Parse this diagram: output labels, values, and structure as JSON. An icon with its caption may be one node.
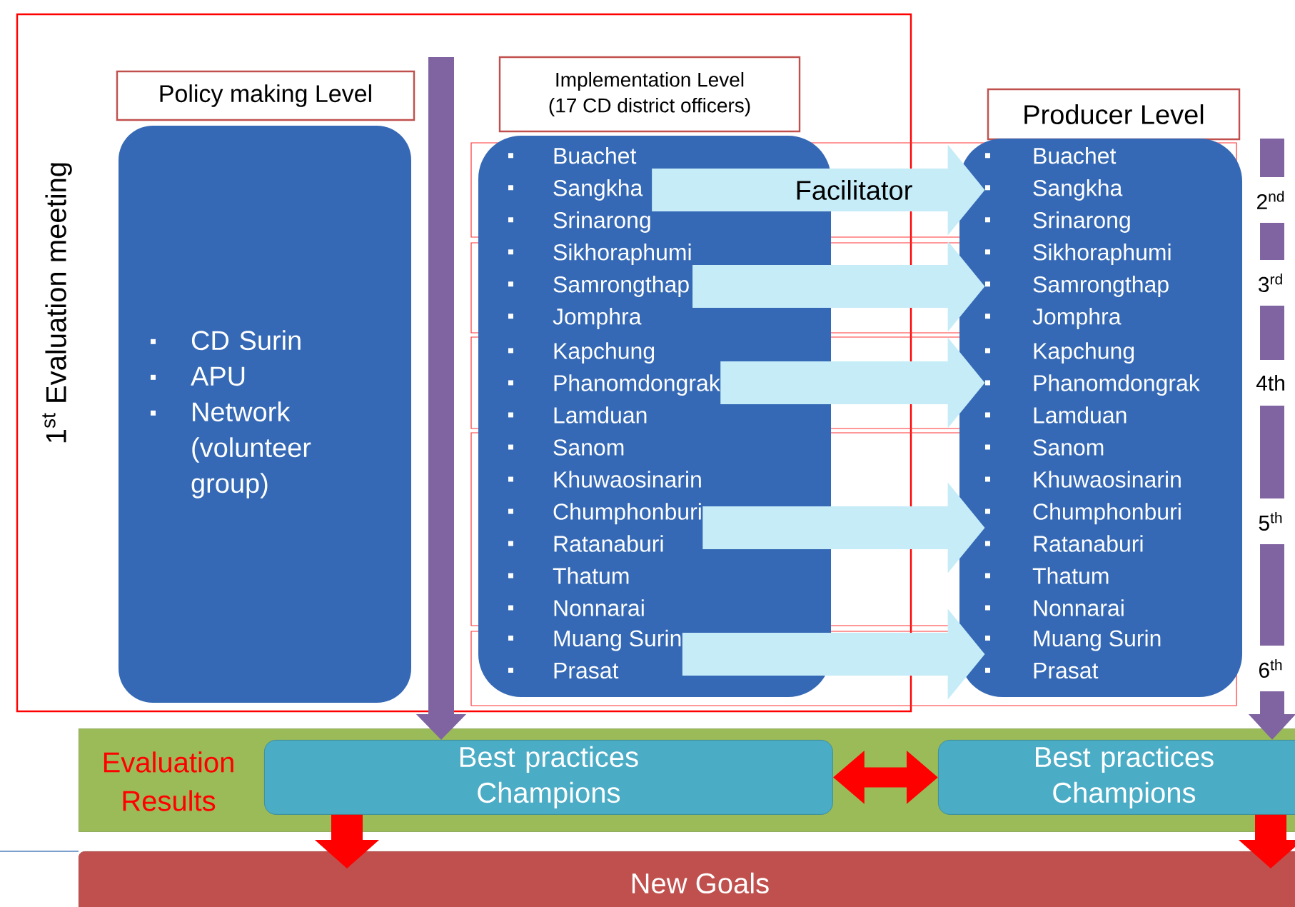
{
  "diagram": {
    "nodes": [
      {
        "text": [
          "Policy making Level"
        ]
      },
      {
        "text": [
          "CD Surin",
          "APU",
          "Network (volunteer group)"
        ]
      },
      {
        "text": [
          "Implementation Level",
          "(17 CD district officers)"
        ]
      },
      {
        "text": [],
        "shape": "box"
      },
      {
        "text": [
          "Buachet",
          "Sangkha",
          "Srinarong"
        ],
        "in": 3
      },
      {
        "text": [
          "Sikhoraphumi",
          "Samrongthap",
          "Jomphra"
        ],
        "in": 3
      },
      {
        "text": [
          "Kapchung",
          "Phanomdongrak",
          "Lamduan"
        ],
        "in": 3
      },
      {
        "text": [
          "Sanom",
          "Khuwaosinarin",
          "Chumphonburi",
          "Ratanaburi",
          "Thatum",
          "Nonnarai"
        ],
        "in": 3
      },
      {
        "text": [
          "Muang Surin",
          "Prasat"
        ],
        "in": 3
      },
      {
        "text": [
          "Producer Level"
        ]
      },
      {
        "text": [],
        "shape": "box"
      },
      {
        "text": [
          "Buachet",
          "Sangkha",
          "Srinarong"
        ],
        "in": 10
      },
      {
        "text": [
          "Sikhoraphumi",
          "Samrongthap",
          "Jomphra"
        ],
        "in": 10
      },
      {
        "text": [
          "Kapchung",
          "Phanomdongrak",
          "Lamduan"
        ],
        "in": 10
      },
      {
        "text": [
          "Sanom",
          "Khuwaosinarin",
          "Chumphonburi",
          "Ratanaburi",
          "Thatum",
          "Nonnarai"
        ],
        "in": 10
      },
      {
        "text": [
          "Muang Surin",
          "Prasat"
        ],
        "in": 10
      },
      {
        "text": [
          "Evaluation Results"
        ]
      },
      {
        "text": [
          "Best practices Champions"
        ],
        "in": 16
      },
      {
        "text": [
          "Best practices Champions"
        ],
        "in": 16
      },
      {
        "text": [
          "New Goals"
        ]
      }
    ],
    "edges": [
      {
        "from": 4,
        "to": 11,
        "arrow": "to",
        "label": "Facilitator"
      },
      {
        "from": 5,
        "to": 12,
        "arrow": "to"
      },
      {
        "from": 6,
        "to": 13,
        "arrow": "to"
      },
      {
        "from": 7,
        "to": 14,
        "arrow": "to"
      },
      {
        "from": 8,
        "to": 15,
        "arrow": "to"
      },
      {
        "from": null,
        "to": 17,
        "arrow": "to",
        "color": "#8064a2"
      },
      {
        "from": null,
        "to": 18,
        "arrow": "to",
        "color": "#8064a2"
      },
      {
        "from": 17,
        "to": 18,
        "arrow": "both",
        "color": "#ff0000"
      },
      {
        "from": 17,
        "to": 19,
        "arrow": "to",
        "color": "#ff0000"
      },
      {
        "from": 18,
        "to": 19,
        "arrow": "to",
        "color": "#ff0000"
      }
    ],
    "labels": [
      "1$^{st}$ Evaluation meeting",
      "2$^{nd}$",
      "3$^{rd}$",
      "4th",
      "5$^{th}$",
      "6$^{th}$"
    ]
  }
}
